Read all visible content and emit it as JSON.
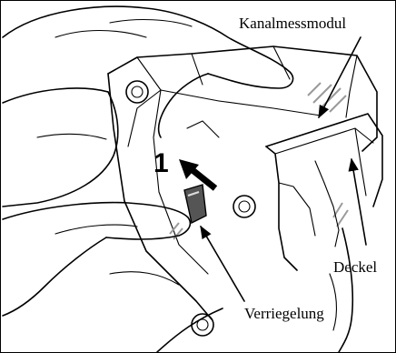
{
  "figure": {
    "labels": {
      "module": "Kanalmessmodul",
      "cover": "Deckel",
      "lock": "Verriegelung",
      "step": "1"
    },
    "colors": {
      "line": "#000000",
      "hatch": "#9a9a9a",
      "latch": "#555555",
      "background": "#ffffff"
    },
    "icons": [
      "push-direction-arrow",
      "callout-arrow"
    ]
  }
}
